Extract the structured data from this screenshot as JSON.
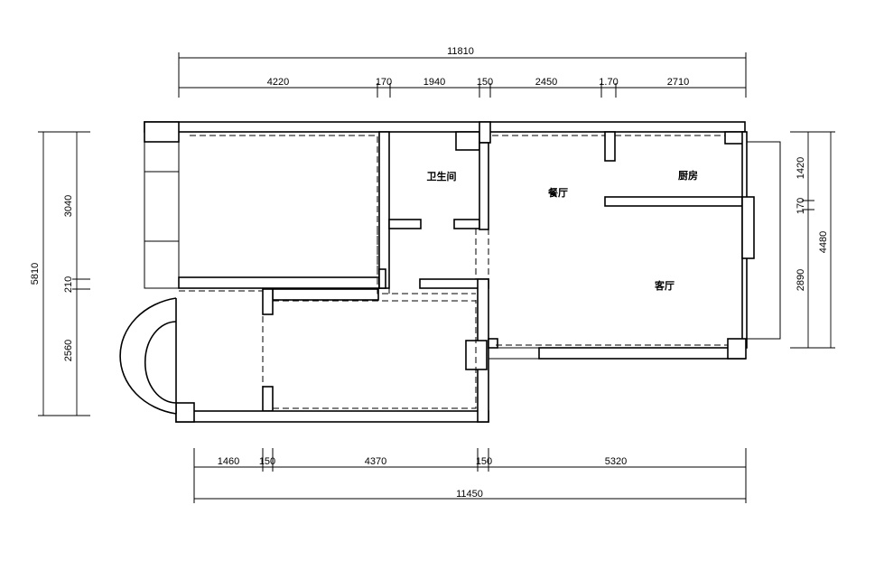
{
  "rooms": {
    "bathroom": "卫生间",
    "dining": "餐厅",
    "kitchen": "厨房",
    "living": "客厅"
  },
  "dimensions": {
    "top_total": "11810",
    "top": [
      "4220",
      "170",
      "1940",
      "150",
      "2450",
      "1.70",
      "2710"
    ],
    "bottom": [
      "1460",
      "150",
      "4370",
      "150",
      "5320"
    ],
    "bottom_total": "11450",
    "left": [
      "3040",
      "210",
      "2560"
    ],
    "left_total": "5810",
    "right": [
      "1420",
      "170",
      "2890"
    ],
    "right_total": "4480"
  }
}
